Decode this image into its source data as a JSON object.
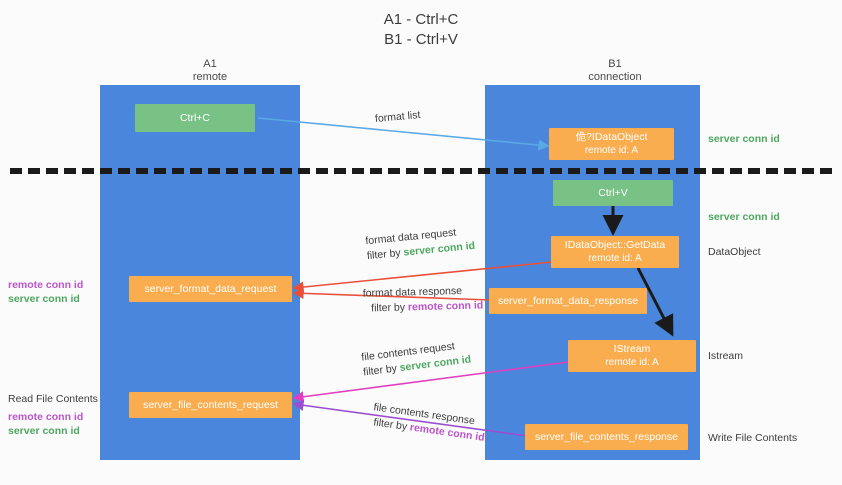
{
  "title": "A1 - Ctrl+C\nB1 - Ctrl+V",
  "lanes": [
    {
      "name": "A1",
      "sub": "remote",
      "header": "A1\nremote"
    },
    {
      "name": "B1",
      "sub": "connection",
      "header": "B1\nconnection"
    }
  ],
  "colors": {
    "lane": "#4a86dc",
    "green_box": "#79c285",
    "orange_box": "#f9ad4e",
    "server_conn_id": "#4ca860",
    "remote_conn_id": "#bb55cc",
    "arrow_format_list": "#5aa9e6",
    "arrow_format_data": "#e8503a",
    "arrow_file_contents": "#e040c0",
    "arrow_file_response": "#9b4fd0",
    "arrow_black": "#1a1a1a",
    "separator": "#1a1a1a",
    "background": "#fbfbfb"
  },
  "boxes": [
    {
      "id": "ctrl-c",
      "label": "Ctrl+C",
      "sub": "",
      "color": "green"
    },
    {
      "id": "get-idataobject",
      "label": "佹?IDataObject",
      "sub": "remote id: A",
      "color": "orange"
    },
    {
      "id": "ctrl-v",
      "label": "Ctrl+V",
      "sub": "",
      "color": "green"
    },
    {
      "id": "idataobject-getdata",
      "label": "IDataObject::GetData",
      "sub": "remote id: A",
      "color": "orange"
    },
    {
      "id": "server-format-data-request",
      "label": "server_format_data_request",
      "sub": "",
      "color": "orange"
    },
    {
      "id": "server-format-data-response",
      "label": "server_format_data_response",
      "sub": "",
      "color": "orange"
    },
    {
      "id": "istream",
      "label": "IStream",
      "sub": "remote id: A",
      "color": "orange"
    },
    {
      "id": "server-file-contents-request",
      "label": "server_file_contents_request",
      "sub": "",
      "color": "orange"
    },
    {
      "id": "server-file-contents-response",
      "label": "server_file_contents_response",
      "sub": "",
      "color": "orange"
    }
  ],
  "right_annotations": [
    {
      "id": "server-conn-id-1",
      "text": "server conn id",
      "style": "green"
    },
    {
      "id": "server-conn-id-2",
      "text": "server conn id",
      "style": "green"
    },
    {
      "id": "dataobject",
      "text": "DataObject",
      "style": "plain"
    },
    {
      "id": "istream-label",
      "text": "Istream",
      "style": "plain"
    },
    {
      "id": "write-file-contents",
      "text": "Write File Contents",
      "style": "plain"
    }
  ],
  "left_annotations": [
    {
      "id": "conn-ids-format",
      "remote": "remote conn id",
      "server": "server conn id"
    },
    {
      "id": "read-file-contents-title",
      "text": "Read File Contents"
    },
    {
      "id": "conn-ids-file",
      "remote": "remote conn id",
      "server": "server conn id"
    }
  ],
  "edges": [
    {
      "id": "format-list",
      "label": "format list",
      "filter_prefix": "",
      "filter_target": ""
    },
    {
      "id": "format-data-request",
      "label": "format data request",
      "filter_prefix": "filter by ",
      "filter_target": "server conn id"
    },
    {
      "id": "format-data-response",
      "label": "format data response",
      "filter_prefix": "filter by ",
      "filter_target": "remote conn id"
    },
    {
      "id": "file-contents-request",
      "label": "file contents request",
      "filter_prefix": "filter by ",
      "filter_target": "server conn id"
    },
    {
      "id": "file-contents-response",
      "label": "file contents response",
      "filter_prefix": "filter by ",
      "filter_target": "remote conn id"
    }
  ]
}
